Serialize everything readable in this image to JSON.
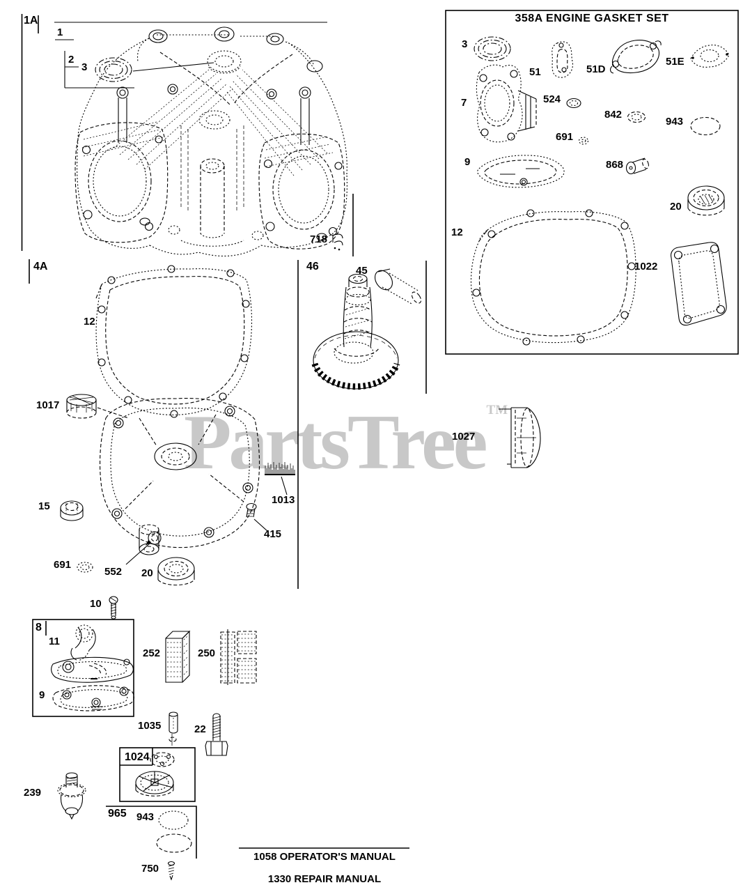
{
  "colors": {
    "background": "#ffffff",
    "line": "#000000",
    "watermark": "#c8c8c8"
  },
  "watermark": {
    "text": "PartsTree",
    "tm": "TM"
  },
  "sections": {
    "s1A": {
      "label": "1A"
    },
    "gasket_set": {
      "title": "358A ENGINE GASKET SET"
    },
    "s4A": {
      "label": "4A"
    },
    "s46": {
      "label": "46"
    },
    "s8": {
      "label": "8"
    },
    "s1024": {
      "label": "1024"
    },
    "s965": {
      "label": "965"
    }
  },
  "callouts": {
    "p1": {
      "text": "1"
    },
    "p2": {
      "text": "2"
    },
    "p3": {
      "text": "3"
    },
    "p718": {
      "text": "718"
    },
    "g3": {
      "text": "3"
    },
    "g51": {
      "text": "51"
    },
    "g51D": {
      "text": "51D"
    },
    "g51E": {
      "text": "51E"
    },
    "g7": {
      "text": "7"
    },
    "g524": {
      "text": "524"
    },
    "g842": {
      "text": "842"
    },
    "g943": {
      "text": "943"
    },
    "g691": {
      "text": "691"
    },
    "g9": {
      "text": "9"
    },
    "g868": {
      "text": "868"
    },
    "g20": {
      "text": "20"
    },
    "g12": {
      "text": "12"
    },
    "g1022": {
      "text": "1022"
    },
    "s12": {
      "text": "12"
    },
    "p1017": {
      "text": "1017"
    },
    "p15": {
      "text": "15"
    },
    "p691": {
      "text": "691"
    },
    "p552": {
      "text": "552"
    },
    "p20": {
      "text": "20"
    },
    "p1013": {
      "text": "1013"
    },
    "p415": {
      "text": "415"
    },
    "p45": {
      "text": "45"
    },
    "p1027": {
      "text": "1027"
    },
    "p10": {
      "text": "10"
    },
    "p11": {
      "text": "11"
    },
    "p9": {
      "text": "9"
    },
    "p252": {
      "text": "252"
    },
    "p250": {
      "text": "250"
    },
    "p1035": {
      "text": "1035"
    },
    "p22": {
      "text": "22"
    },
    "p239": {
      "text": "239"
    },
    "p943b": {
      "text": "943"
    },
    "p750": {
      "text": "750"
    }
  },
  "footer": {
    "line1": "1058 OPERATOR'S MANUAL",
    "line2": "1330 REPAIR MANUAL"
  }
}
